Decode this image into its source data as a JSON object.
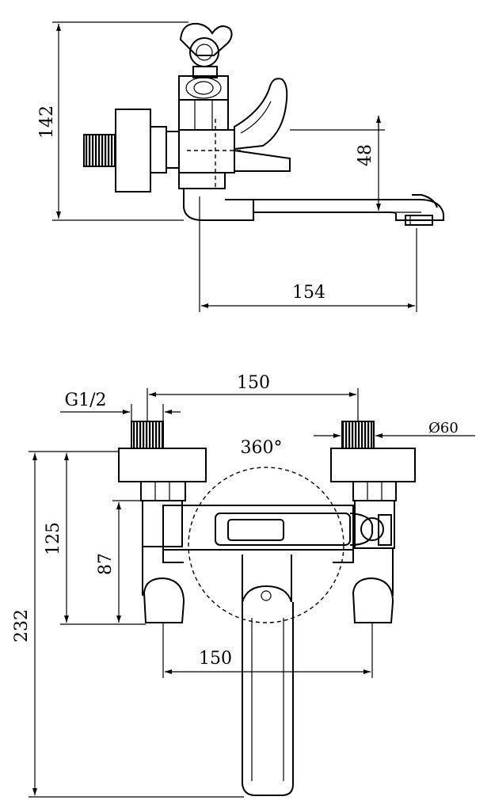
{
  "side_view": {
    "dim_height": "142",
    "dim_spout_height": "48",
    "dim_spout_reach": "154"
  },
  "top_view": {
    "dim_centers_top": "150",
    "dim_thread": "G1/2",
    "dim_flange_diameter": "Ø60",
    "dim_rotation": "360°",
    "dim_depth_125": "125",
    "dim_depth_87": "87",
    "dim_total_depth": "232",
    "dim_centers_bottom": "150"
  }
}
